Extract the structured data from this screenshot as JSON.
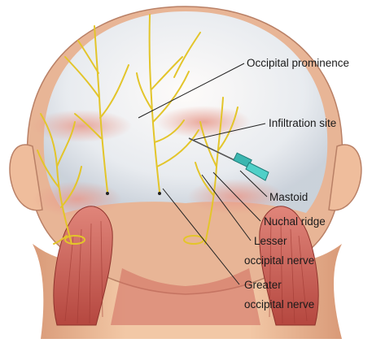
{
  "figure": {
    "labels": {
      "occipital_prominence": "Occipital prominence",
      "infiltration_site": "Infiltration site",
      "mastoid": "Mastoid",
      "nuchal_ridge": "Nuchal ridge",
      "lesser_nerve_line1": "Lesser",
      "lesser_nerve_line2": "occipital nerve",
      "greater_nerve_line1": "Greater",
      "greater_nerve_line2": "occipital nerve"
    },
    "colors": {
      "skin": "#f2c8a6",
      "skin_shadow": "#c98e70",
      "scalp": "#e9eef3",
      "muscle": "#c9574e",
      "nerve": "#e3c52a",
      "needle_hub": "#3bb6b0",
      "leader_line": "#222222"
    }
  }
}
